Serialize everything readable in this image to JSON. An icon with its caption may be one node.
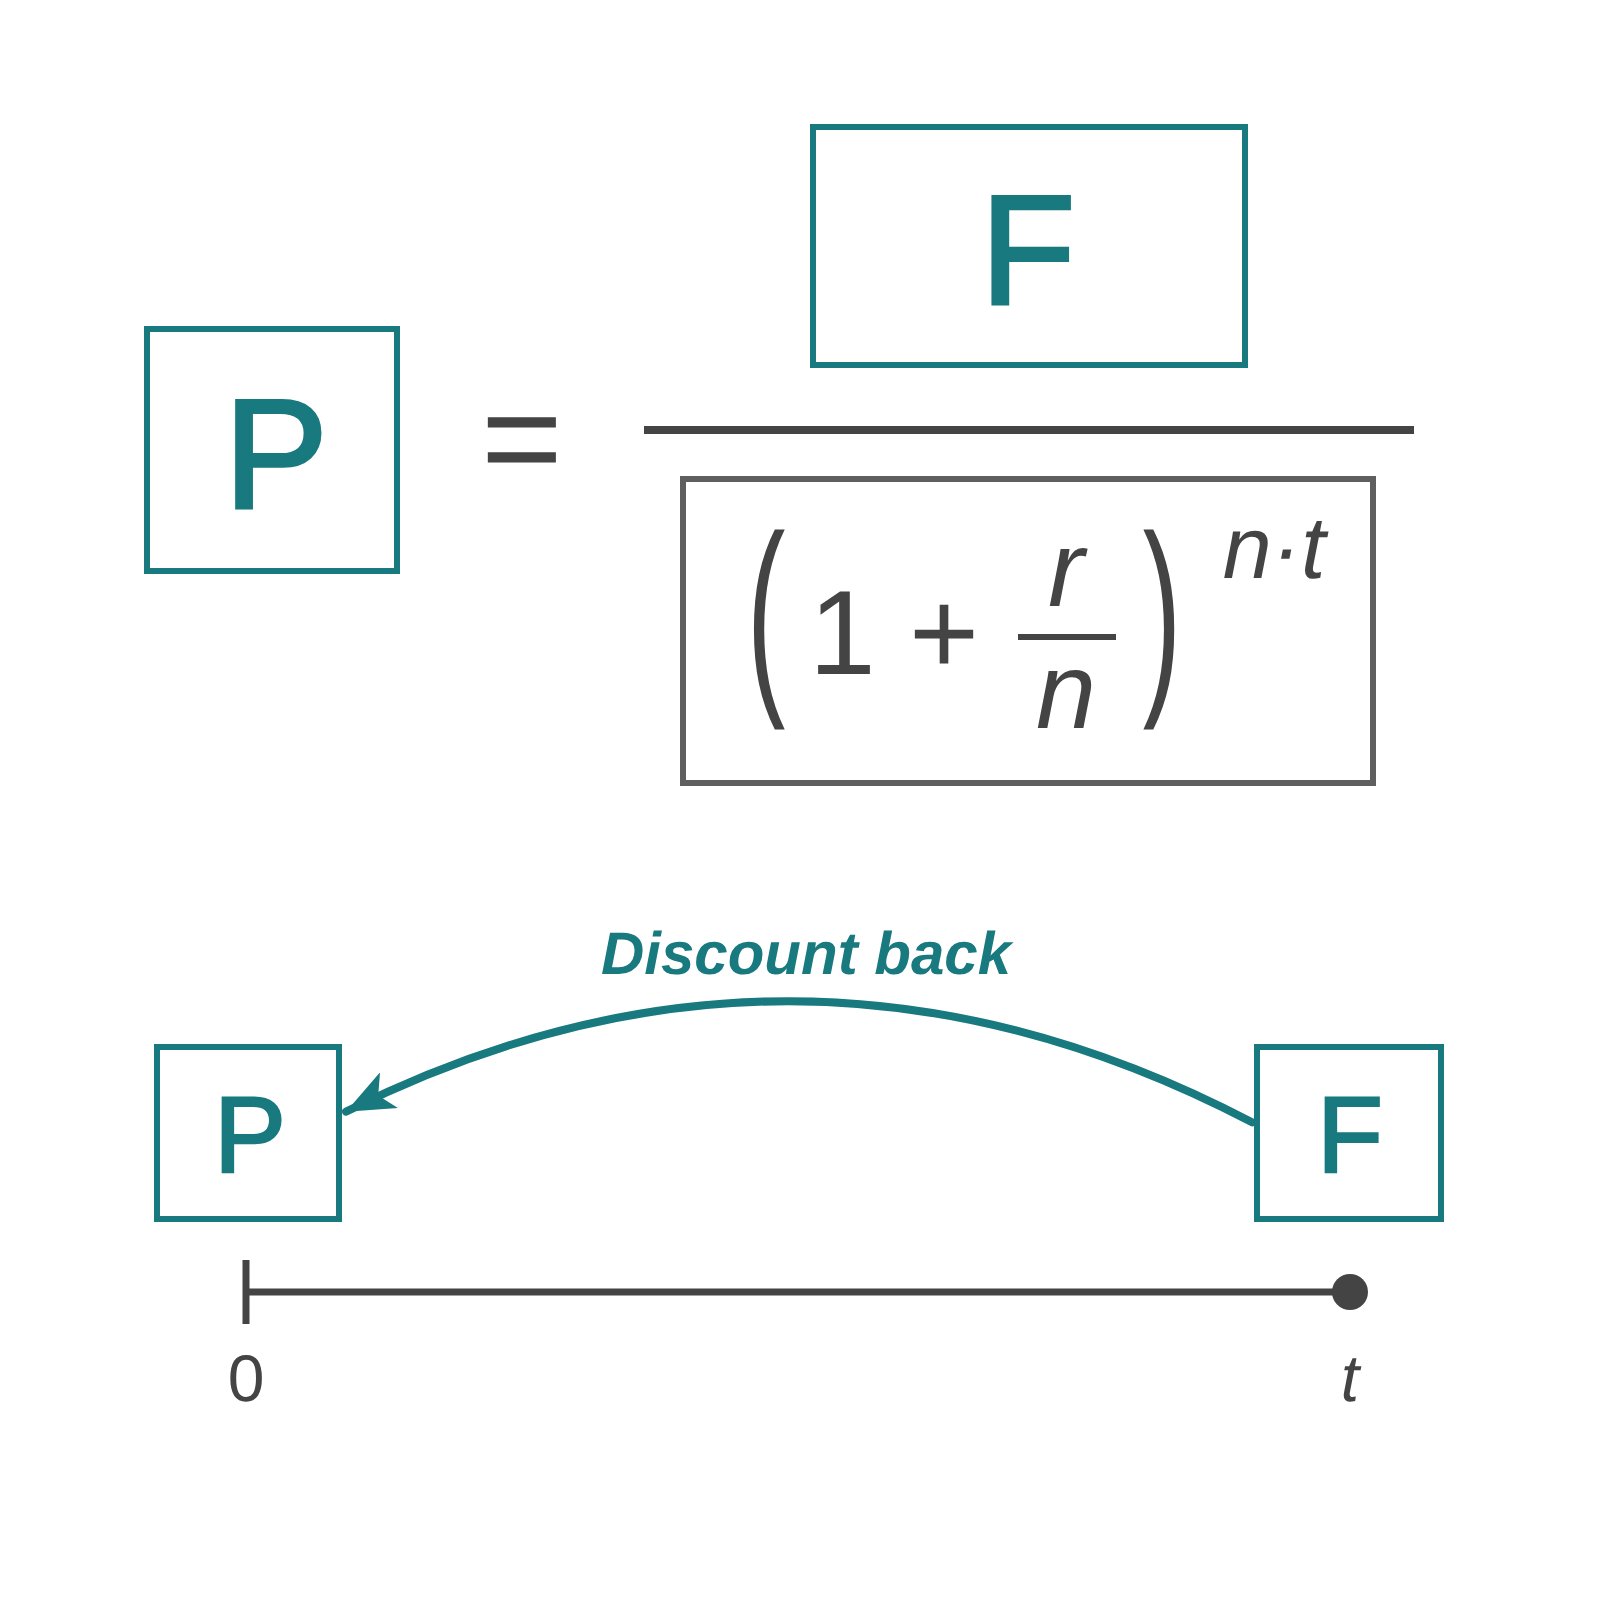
{
  "diagram": {
    "nodes": [
      {
        "text": [
          "P"
        ]
      },
      {
        "text": [
          "F"
        ]
      },
      {
        "text": [
          "(",
          "1 +",
          "r",
          "n",
          ")",
          "n·t"
        ]
      },
      {
        "text": [
          "P"
        ]
      },
      {
        "text": [
          "F"
        ]
      }
    ],
    "edges": [
      {
        "from": 4,
        "to": 3,
        "arrow": "to",
        "label": "Discount back"
      }
    ],
    "labels": [
      "=",
      "0",
      "t"
    ]
  }
}
